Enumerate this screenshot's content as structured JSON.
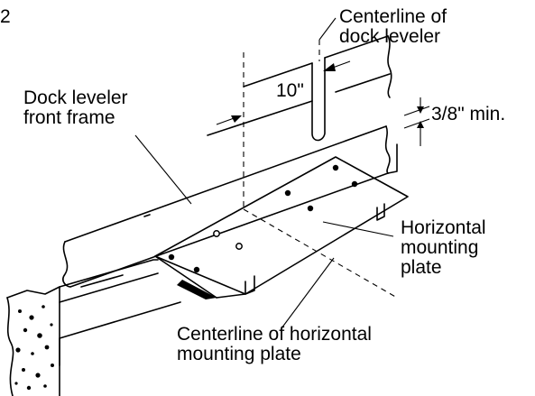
{
  "figure": {
    "number": "2",
    "labels": {
      "centerline_dock_leveler": [
        "Centerline of",
        "dock leveler"
      ],
      "front_frame": [
        "Dock leveler",
        "front frame"
      ],
      "dimension_offset": "10\"",
      "dimension_gap": "3/8\" min.",
      "horizontal_plate": [
        "Horizontal",
        "mounting",
        "plate"
      ],
      "centerline_plate": [
        "Centerline of horizontal",
        "mounting plate"
      ]
    }
  }
}
